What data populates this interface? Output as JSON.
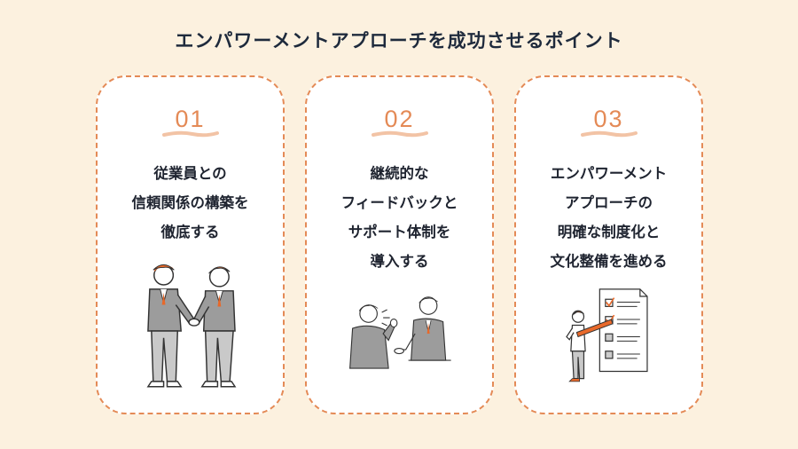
{
  "title": "エンパワーメントアプローチを成功させるポイント",
  "colors": {
    "background": "#fcf1df",
    "accent": "#e48a56",
    "card": "#ffffff",
    "text": "#1f2430"
  },
  "cards": [
    {
      "number": "01",
      "lines": [
        "従業員との",
        "信頼関係の構築を",
        "徹底する"
      ],
      "illustration": "handshake-illustration"
    },
    {
      "number": "02",
      "lines": [
        "継続的な",
        "フィードバックと",
        "サポート体制を",
        "導入する"
      ],
      "illustration": "feedback-illustration"
    },
    {
      "number": "03",
      "lines": [
        "エンパワーメント",
        "アプローチの",
        "明確な制度化と",
        "文化整備を進める"
      ],
      "illustration": "checklist-illustration"
    }
  ]
}
